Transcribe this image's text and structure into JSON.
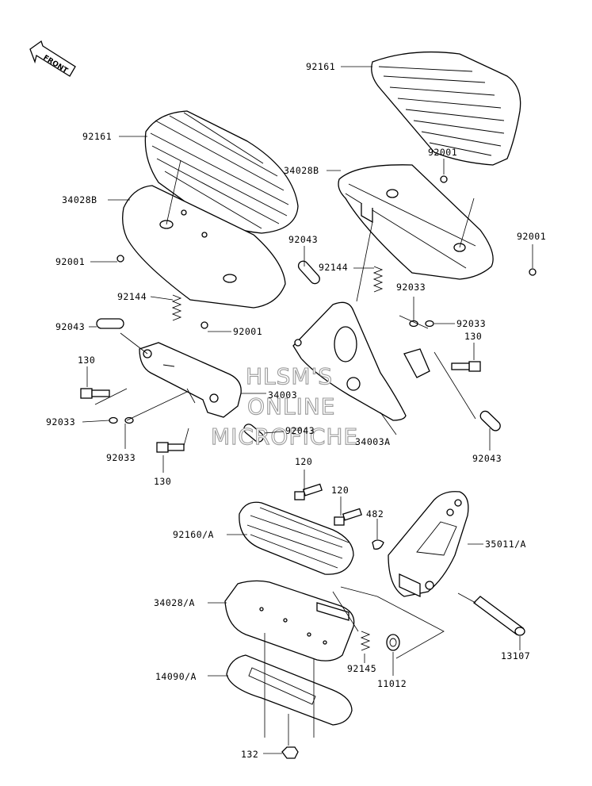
{
  "front_arrow": {
    "text": "FRONT"
  },
  "watermark": [
    "HLSM'S",
    "ONLINE",
    "MICROFICHE"
  ],
  "callouts": {
    "c92161_rear": "92161",
    "c92161_front": "92161",
    "c34028B_left": "34028B",
    "c34028B_right": "34028B",
    "c92001_left_top": "92001",
    "c92001_left_bottom": "92001",
    "c92001_right_top": "92001",
    "c92001_right_edge": "92001",
    "c92144_left": "92144",
    "c92144_right": "92144",
    "c92043_left_top": "92043",
    "c92043_mid": "92043",
    "c92043_right_top": "92043",
    "c92043_right_bottom": "92043",
    "c130_left_top": "130",
    "c130_left_bottom": "130",
    "c130_right": "130",
    "c92033_left_a": "92033",
    "c92033_left_b": "92033",
    "c92033_right_a": "92033",
    "c92033_right_b": "92033",
    "c34003": "34003",
    "c34003A": "34003A",
    "c120_a": "120",
    "c120_b": "120",
    "c482": "482",
    "c35011A": "35011/A",
    "c92160A": "92160/A",
    "c34028A": "34028/A",
    "c14090A": "14090/A",
    "c92145": "92145",
    "c11012": "11012",
    "c13107": "13107",
    "c132": "132"
  }
}
